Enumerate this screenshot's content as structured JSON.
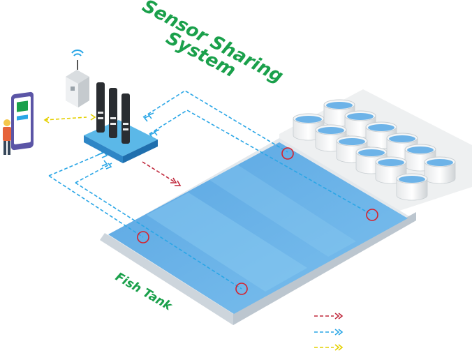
{
  "title": {
    "line1": "Sensor Sharing",
    "line2": "System"
  },
  "labels": {
    "fish_tank": "Fish Tank"
  },
  "colors": {
    "title_green": "#1aa04b",
    "data_line_blue": "#2aa6e6",
    "output_red": "#c0283c",
    "wireless_yellow": "#e4d000",
    "tank_water": "#6db3e8",
    "sample_point": "#d8202a"
  },
  "legend": [
    {
      "color": "#c0283c",
      "text": ""
    },
    {
      "color": "#2aa6e6",
      "text": ""
    },
    {
      "color": "#e4d000",
      "text": ""
    }
  ],
  "icons": {
    "wifi": "wifi-icon",
    "controller": "controller-box-icon",
    "sensors": "sensor-probe-icon",
    "phone": "smartphone-icon",
    "worker": "worker-icon",
    "tanks": "round-tank-icon"
  }
}
